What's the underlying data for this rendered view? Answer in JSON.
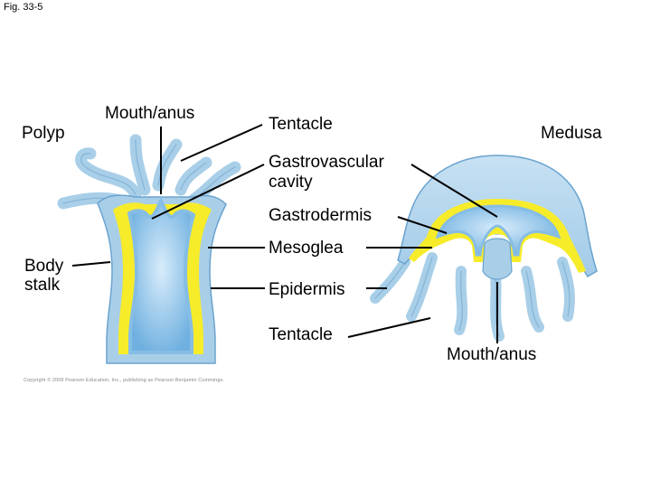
{
  "figure": {
    "fig_label": "Fig. 33-5",
    "copyright": "Copyright © 2008 Pearson Education, Inc., publishing as Pearson Benjamin Cummings."
  },
  "polyp": {
    "title": "Polyp",
    "labels": {
      "mouth_anus": "Mouth/anus",
      "body_stalk_line1": "Body",
      "body_stalk_line2": "stalk"
    }
  },
  "medusa": {
    "title": "Medusa",
    "labels": {
      "mouth_anus": "Mouth/anus"
    }
  },
  "shared_labels": {
    "tentacle_top": "Tentacle",
    "gastrovascular_line1": "Gastrovascular",
    "gastrovascular_line2": "cavity",
    "gastrodermis": "Gastrodermis",
    "mesoglea": "Mesoglea",
    "epidermis": "Epidermis",
    "tentacle_bottom": "Tentacle"
  },
  "colors": {
    "epidermis_blue": "#a9cfe8",
    "mesoglea_yellow": "#f7ec2a",
    "cavity_blue": "#7fb8e3",
    "outline_blue": "#6aa3cf",
    "leader_line": "#000000"
  }
}
